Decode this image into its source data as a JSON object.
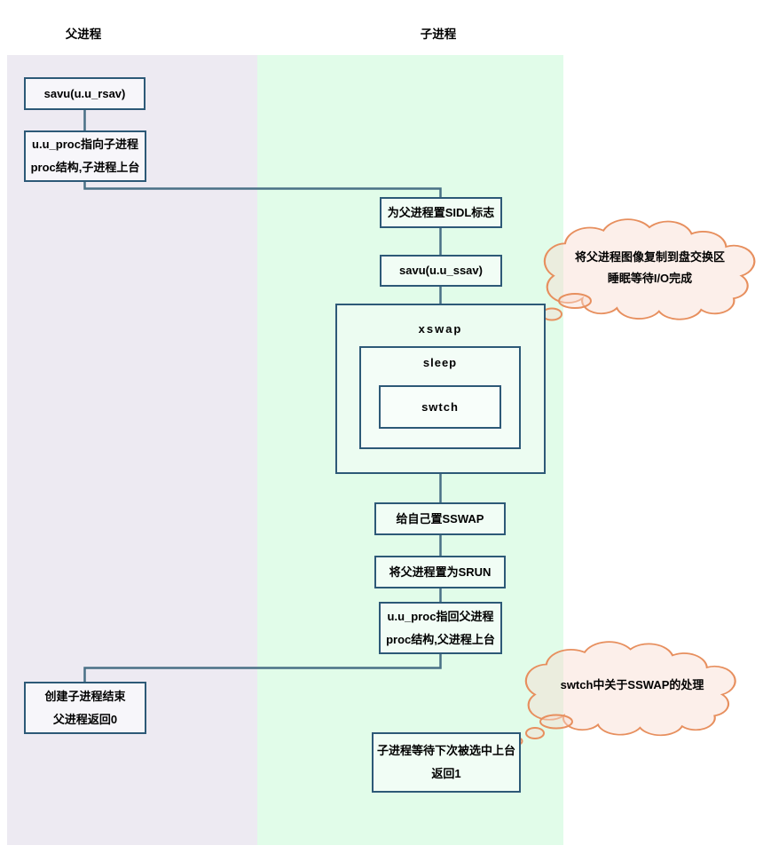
{
  "diagram": {
    "columns": {
      "parent": {
        "title": "父进程"
      },
      "child": {
        "title": "子进程"
      }
    },
    "nodes": {
      "savu_rsav": {
        "label": "savu(u.u_rsav)"
      },
      "uproc_child": {
        "line1": "u.u_proc指向子进程",
        "line2": "proc结构,子进程上台"
      },
      "set_sidl": {
        "label": "为父进程置SIDL标志"
      },
      "savu_ssav": {
        "label": "savu(u.u_ssav)"
      },
      "xswap": {
        "label": "xswap"
      },
      "sleep": {
        "label": "sleep"
      },
      "swtch": {
        "label": "swtch"
      },
      "set_sswap": {
        "label": "给自己置SSWAP"
      },
      "set_srun": {
        "label": "将父进程置为SRUN"
      },
      "uproc_parent": {
        "line1": "u.u_proc指回父进程",
        "line2": "proc结构,父进程上台"
      },
      "parent_return": {
        "line1": "创建子进程结束",
        "line2": "父进程返回0"
      },
      "child_return": {
        "line1": "子进程等待下次被选中上台",
        "line2": "返回1"
      }
    },
    "thoughts": {
      "swap_io": {
        "line1": "将父进程图像复制到盘交换区",
        "line2": "睡眠等待I/O完成"
      },
      "swtch_sswap": {
        "line1": "swtch中关于SSWAP的处理"
      }
    },
    "colors": {
      "parent_panel": "#edeaf2",
      "child_panel": "#e1fce9",
      "box_border": "#2d5977",
      "connector": "#497086",
      "thought_border": "#e78f5e",
      "thought_fill": "#fcf0eb"
    }
  }
}
